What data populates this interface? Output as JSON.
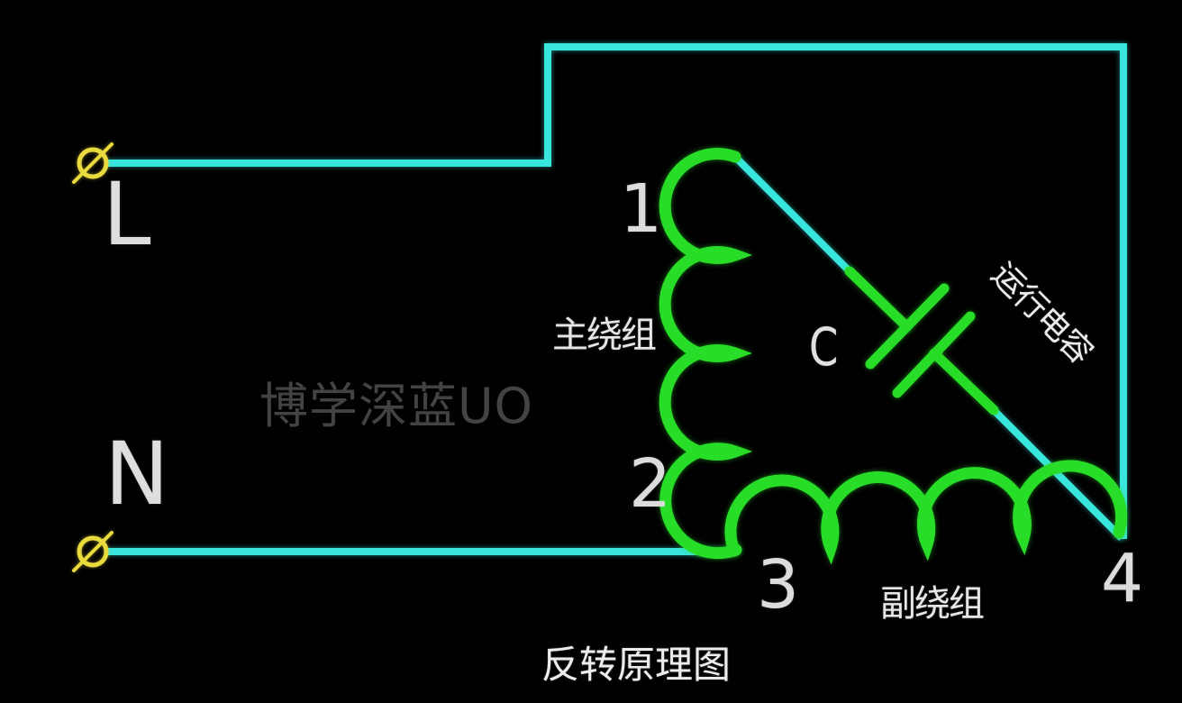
{
  "title": "反转原理图",
  "watermark": "博学深蓝UO",
  "colors": {
    "background": "#010101",
    "wire": "#38e6de",
    "winding": "#28dd28",
    "terminal": "#e9da3d",
    "label_text": "#e4e4e4",
    "watermark_text": "#434343"
  },
  "terminals": {
    "live": "L",
    "neutral": "N"
  },
  "nodes": {
    "n1": "1",
    "n2": "2",
    "n3": "3",
    "n4": "4"
  },
  "components": {
    "main_winding": "主绕组",
    "aux_winding": "副绕组",
    "capacitor": "C",
    "capacitor_type": "运行电容"
  }
}
